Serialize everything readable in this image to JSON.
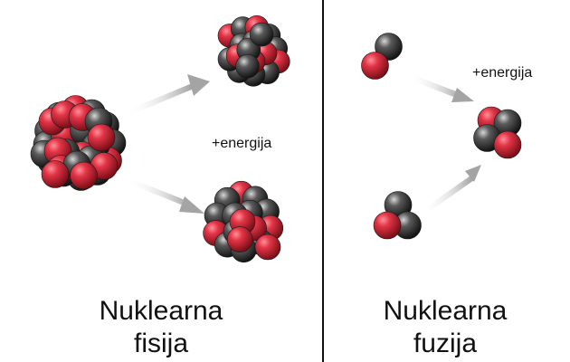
{
  "fission": {
    "energy_label": "+energija",
    "title_line1": "Nuklearna",
    "title_line2": "fisija"
  },
  "fusion": {
    "energy_label": "+energija",
    "title_line1": "Nuklearna",
    "title_line2": "fuzija"
  },
  "colors": {
    "proton": "#d62a3a",
    "neutron": "#3a3a3a",
    "arrow": "#a9a9a9",
    "divider": "#111111"
  }
}
